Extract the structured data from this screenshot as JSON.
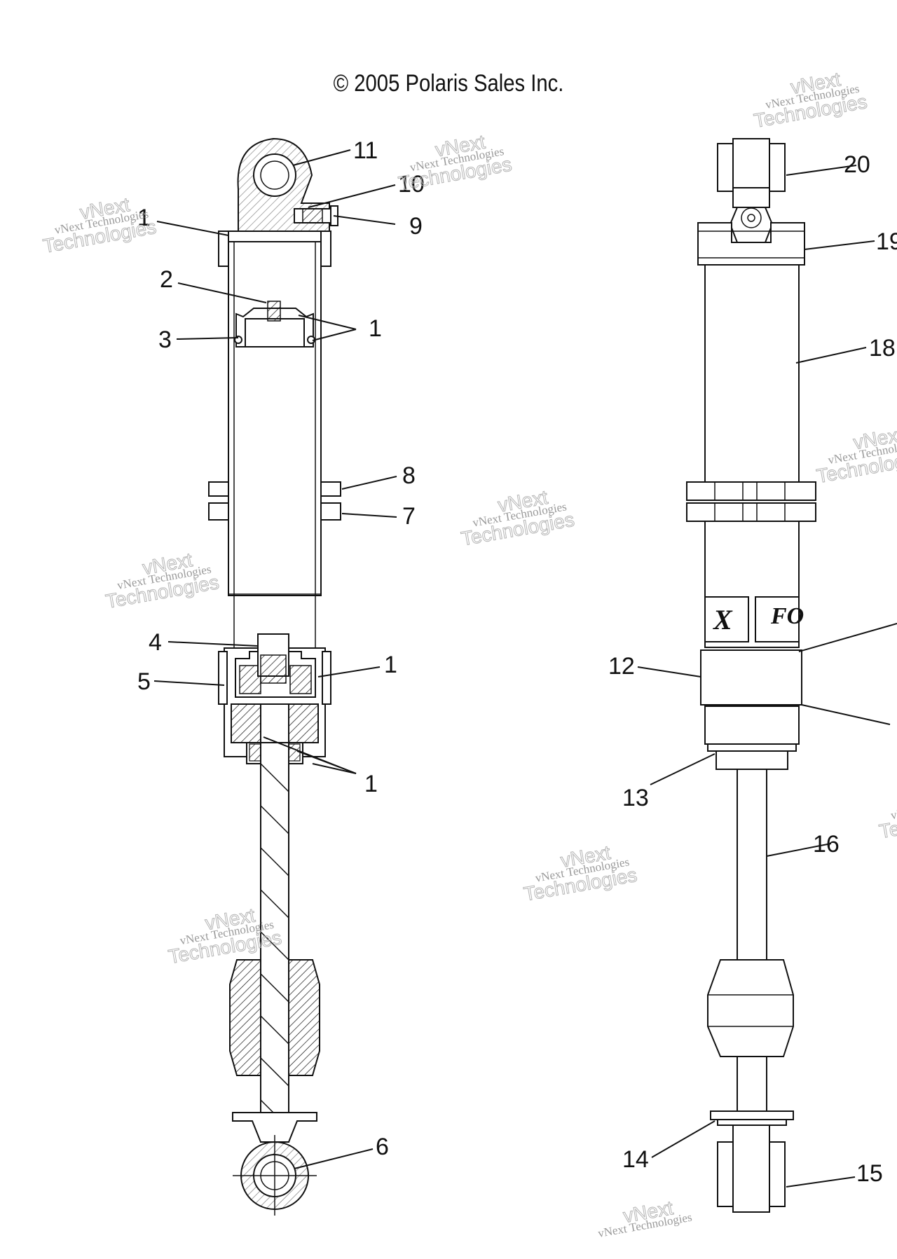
{
  "copyright": "© 2005 Polaris Sales Inc.",
  "watermark": {
    "line1": "vNext Technologies",
    "line2": "vNext",
    "line3": "Technologies"
  },
  "logo_text": {
    "left": "X",
    "right": "FO"
  },
  "callouts": [
    {
      "id": "c11",
      "label": "11"
    },
    {
      "id": "c10",
      "label": "10"
    },
    {
      "id": "c9",
      "label": "9"
    },
    {
      "id": "c1a",
      "label": "1"
    },
    {
      "id": "c2",
      "label": "2"
    },
    {
      "id": "c1b",
      "label": "1"
    },
    {
      "id": "c3",
      "label": "3"
    },
    {
      "id": "c8",
      "label": "8"
    },
    {
      "id": "c7",
      "label": "7"
    },
    {
      "id": "c4",
      "label": "4"
    },
    {
      "id": "c1c",
      "label": "1"
    },
    {
      "id": "c5",
      "label": "5"
    },
    {
      "id": "c1d",
      "label": "1"
    },
    {
      "id": "c6",
      "label": "6"
    },
    {
      "id": "c20",
      "label": "20"
    },
    {
      "id": "c19",
      "label": "19"
    },
    {
      "id": "c18",
      "label": "18"
    },
    {
      "id": "c12",
      "label": "12"
    },
    {
      "id": "c13",
      "label": "13"
    },
    {
      "id": "c16",
      "label": "16"
    },
    {
      "id": "c14",
      "label": "14"
    },
    {
      "id": "c15",
      "label": "15"
    }
  ]
}
